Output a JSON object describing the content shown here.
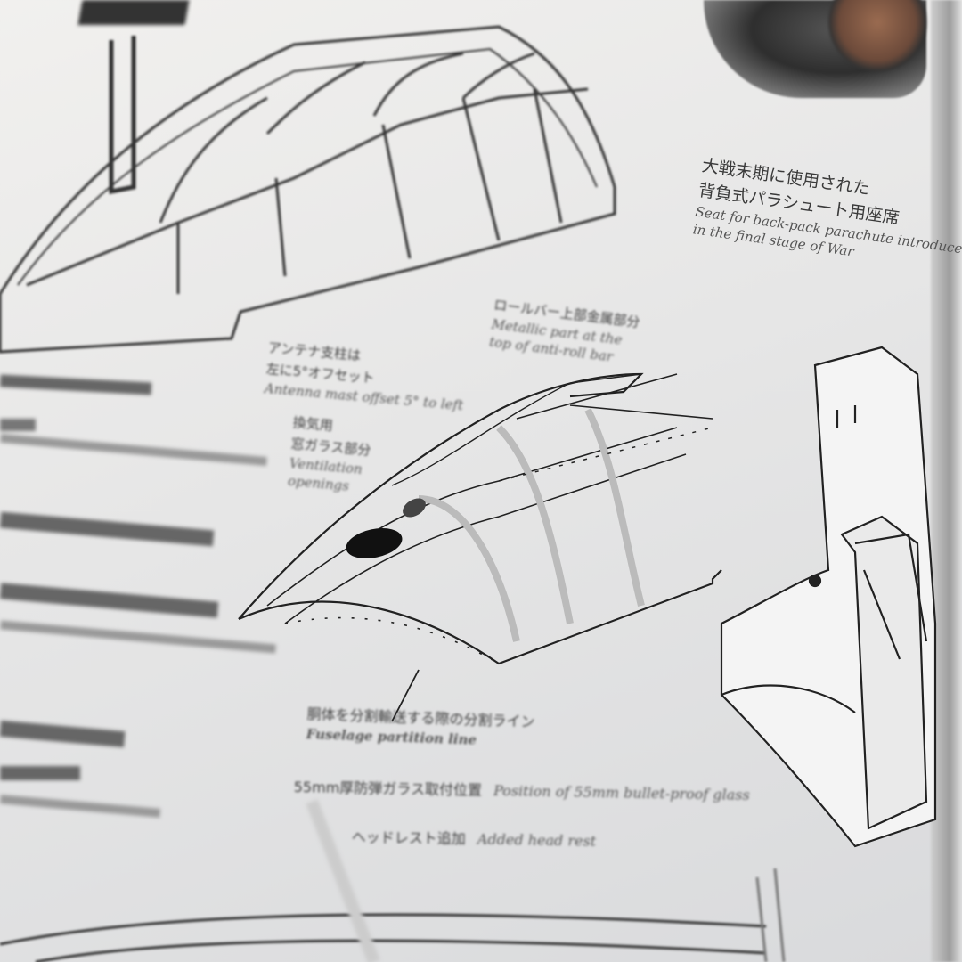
{
  "seat_caption": {
    "jp_line1": "大戦末期に使用された",
    "jp_line2": "背負式パラシュート用座席",
    "en_line1": "Seat for back-pack parachute introduced",
    "en_line2": "in the final stage of War"
  },
  "rollbar_caption": {
    "jp": "ロールバー上部金属部分",
    "en_line1": "Metallic part at the",
    "en_line2": "top of anti-roll bar"
  },
  "antenna_caption": {
    "jp_line1": "アンテナ支柱は",
    "jp_line2": "左に5°オフセット",
    "en": "Antenna mast offset 5° to left"
  },
  "ventilation_caption": {
    "jp_line1": "換気用",
    "jp_line2": "窓ガラス部分",
    "en_line1": "Ventilation",
    "en_line2": "openings"
  },
  "partition_caption": {
    "jp": "胴体を分割輸送する際の分割ライン",
    "en": "Fuselage partition line"
  },
  "glass_caption": {
    "jp": "55mm厚防弾ガラス取付位置",
    "en": "Position of 55mm bullet-proof glass"
  },
  "headrest_caption": {
    "jp": "ヘッドレスト追加",
    "en": "Added head rest"
  },
  "colors": {
    "paper": "#e8e8e8",
    "ink": "#222222"
  }
}
